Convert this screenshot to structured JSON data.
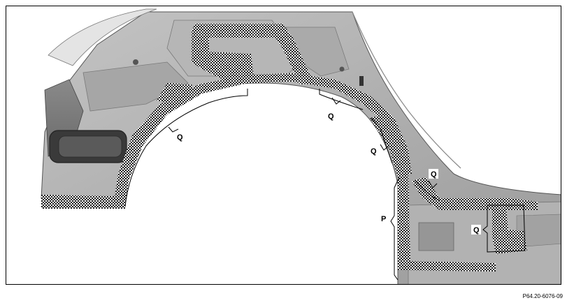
{
  "figure": {
    "reference_code": "P64.20-6076-09",
    "labels": {
      "q_wheel_arch": "Q",
      "q_upper_right": "Q",
      "q_mid_pillar": "Q",
      "q_sill_junction": "Q",
      "q_lower_right": "Q",
      "p_lower": "P"
    }
  }
}
